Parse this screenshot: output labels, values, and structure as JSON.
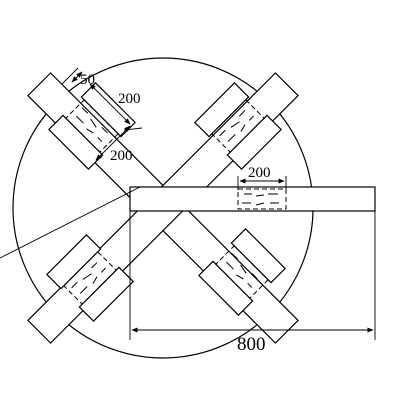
{
  "dimensions": {
    "d50": "50",
    "d200_top": "200",
    "d200_left": "200",
    "d200_beam": "200",
    "d800": "800"
  }
}
